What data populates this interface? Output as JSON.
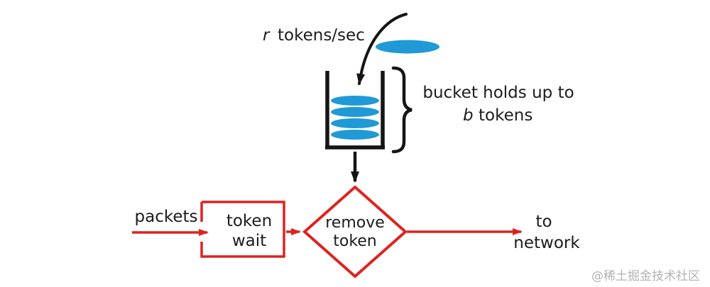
{
  "diagram": {
    "title": "token bucket flow diagram",
    "labels": {
      "rate_var": "r",
      "rate_text": "tokens/sec",
      "bucket_line1": "bucket holds up to",
      "bucket_var": "b",
      "bucket_rest": "tokens",
      "packets": "packets",
      "wait_line1": "token",
      "wait_line2": "wait",
      "diamond_line1": "remove",
      "diamond_line2": "token",
      "network_line1": "to",
      "network_line2": "network"
    },
    "watermark": "@稀土掘金技术社区"
  },
  "colors": {
    "red": "#dc241f",
    "blue": "#1f9ad6",
    "black": "#151515",
    "text": "#1c1c1c",
    "white": "#ffffff",
    "watermark": "#b3b3b3"
  }
}
